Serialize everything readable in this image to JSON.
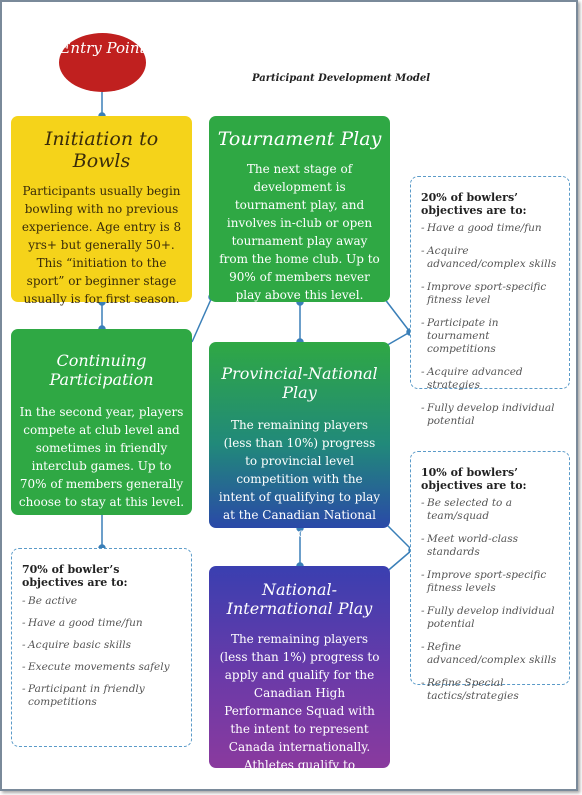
{
  "title": "Participant Development Model",
  "entry_point": "Entry Point",
  "stages": {
    "initiation": {
      "title": "Initiation to Bowls",
      "text": "Participants usually begin bowling with no previous experience. Age entry is 8 yrs+ but generally 50+. This “initiation to the sport” or beginner stage usually is for first season."
    },
    "tournament": {
      "title": "Tournament Play",
      "text": "The next stage of development is tournament play, and involves in-club or open tournament play away from the home club. Up to 90% of members never play above this level."
    },
    "continuing": {
      "title": "Continuing Participation",
      "text": "In the second year, players compete at club level and sometimes in friendly interclub games. Up to 70% of members generally choose to stay at this level."
    },
    "provincial": {
      "title": "Provincial-National Play",
      "text": "The remaining players (less than 10%) progress to provincial level competition with the intent of qualifying to play at the Canadian National Championships."
    },
    "national": {
      "title": "National-International Play",
      "text": "The remaining players (less than 1%) progress to apply and qualify for the Canadian High Performance Squad with the intent to represent Canada internationally. Athletes qualify to complete according to national team policies."
    }
  },
  "objectives": {
    "twenty": {
      "heading": "20% of bowlers’ objectives are to:",
      "items": [
        "Have a good time/fun",
        "Acquire advanced/complex skills",
        "Improve sport-specific fitness level",
        "Participate in tournament competitions",
        "Acquire advanced strategies",
        "Fully develop individual potential"
      ]
    },
    "ten": {
      "heading": "10% of bowlers’ objectives are to:",
      "items": [
        "Be selected to a team/squad",
        "Meet world-class standards",
        "Improve sport-specific fitness levels",
        "Fully develop individual potential",
        "Refine advanced/complex skills",
        "Refine Special tactics/strategies"
      ]
    },
    "seventy": {
      "heading": "70% of bowler’s objectives are to:",
      "items": [
        "Be active",
        "Have a good time/fun",
        "Acquire basic skills",
        "Execute movements safely",
        "Participant in friendly competitions"
      ]
    }
  },
  "colors": {
    "entry": "#c0201f",
    "initiation": "#f5d31a",
    "green": "#2fa844",
    "provincial_bottom": "#2a49a8",
    "national_bottom": "#8a3a9e",
    "connector": "#3a7fb8"
  }
}
